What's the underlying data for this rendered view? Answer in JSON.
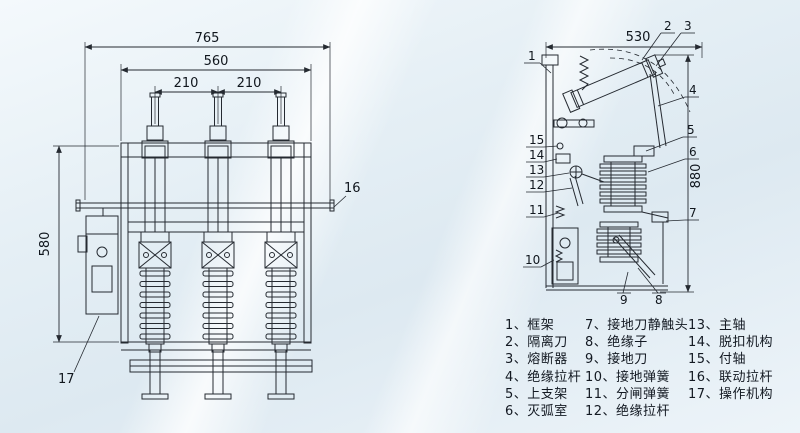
{
  "front_view": {
    "dims": {
      "overall_width": "765",
      "frame_width": "560",
      "pitch_left": "210",
      "pitch_right": "210",
      "height": "580"
    },
    "callouts": {
      "linkage": "16",
      "mechanism": "17"
    }
  },
  "side_view": {
    "dims": {
      "depth": "530",
      "height": "880"
    },
    "callouts": {
      "n1": "1",
      "n2": "2",
      "n3": "3",
      "n4": "4",
      "n5": "5",
      "n6": "6",
      "n7": "7",
      "n8": "8",
      "n9": "9",
      "n10": "10",
      "n11": "11",
      "n12": "12",
      "n13": "13",
      "n14": "14",
      "n15": "15"
    }
  },
  "legend": {
    "columns": [
      {
        "items": [
          "1、框架",
          "2、隔离刀",
          "3、熔断器",
          "4、绝缘拉杆",
          "5、上支架",
          "6、灭弧室"
        ]
      },
      {
        "items": [
          "7、接地刀静触头",
          "8、绝缘子",
          "9、接地刀",
          "10、接地弹簧",
          "11、分闸弹簧",
          "12、绝缘拉杆"
        ]
      },
      {
        "items": [
          "13、主轴",
          "14、脱扣机构",
          "15、付轴",
          "16、联动拉杆",
          "17、操作机构"
        ]
      }
    ]
  }
}
